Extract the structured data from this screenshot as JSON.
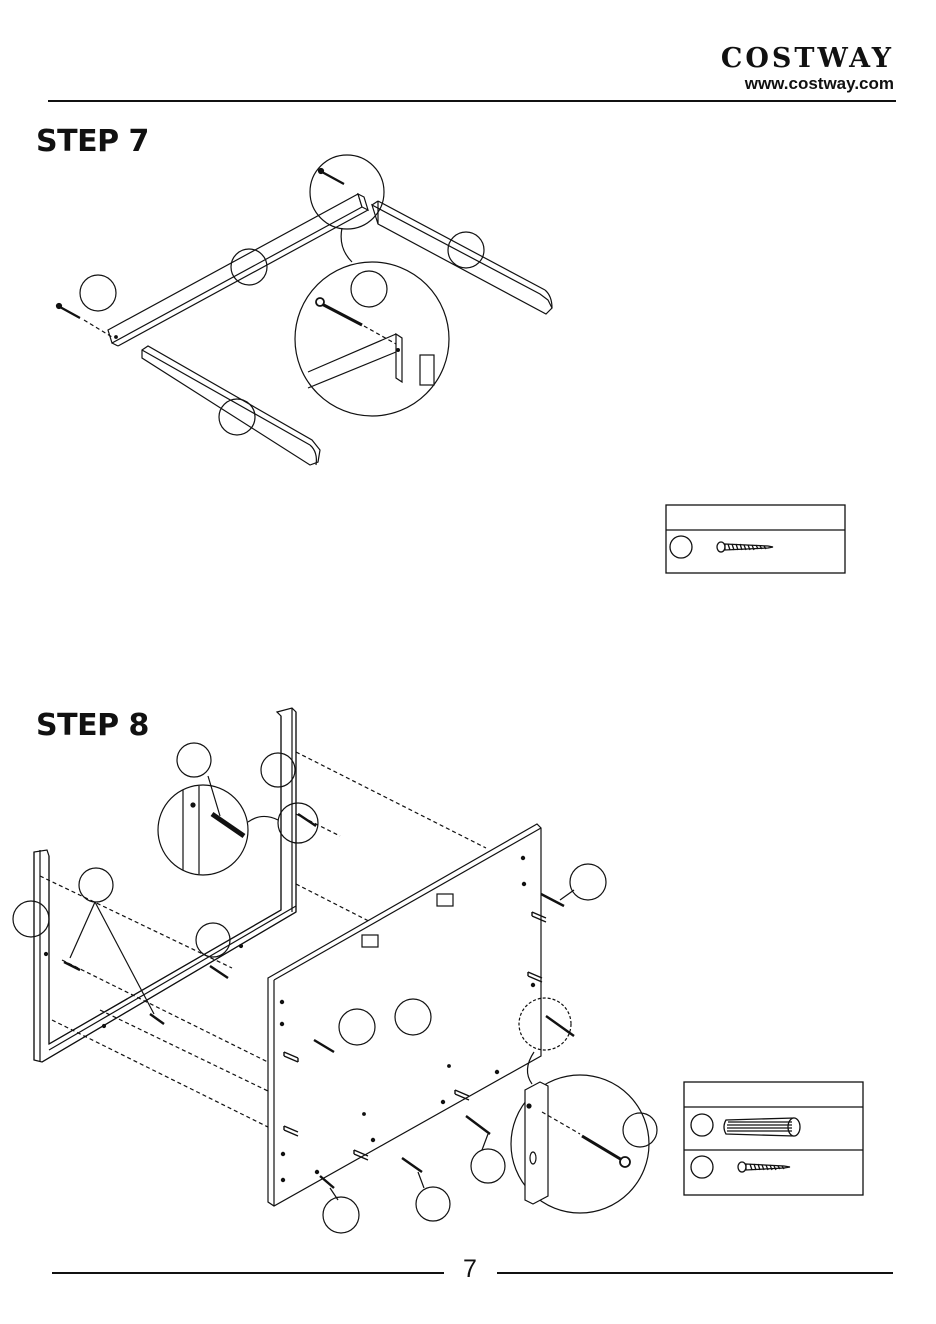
{
  "header": {
    "brand_name": "COSTWAY",
    "website": "www.costway.com"
  },
  "steps": [
    {
      "title": "STEP 7"
    },
    {
      "title": "STEP 8"
    }
  ],
  "footer": {
    "page_number": "7"
  },
  "icons": {
    "part_callout": "empty-circle-label",
    "screw": "screw-icon",
    "dowel": "wooden-dowel-icon"
  }
}
